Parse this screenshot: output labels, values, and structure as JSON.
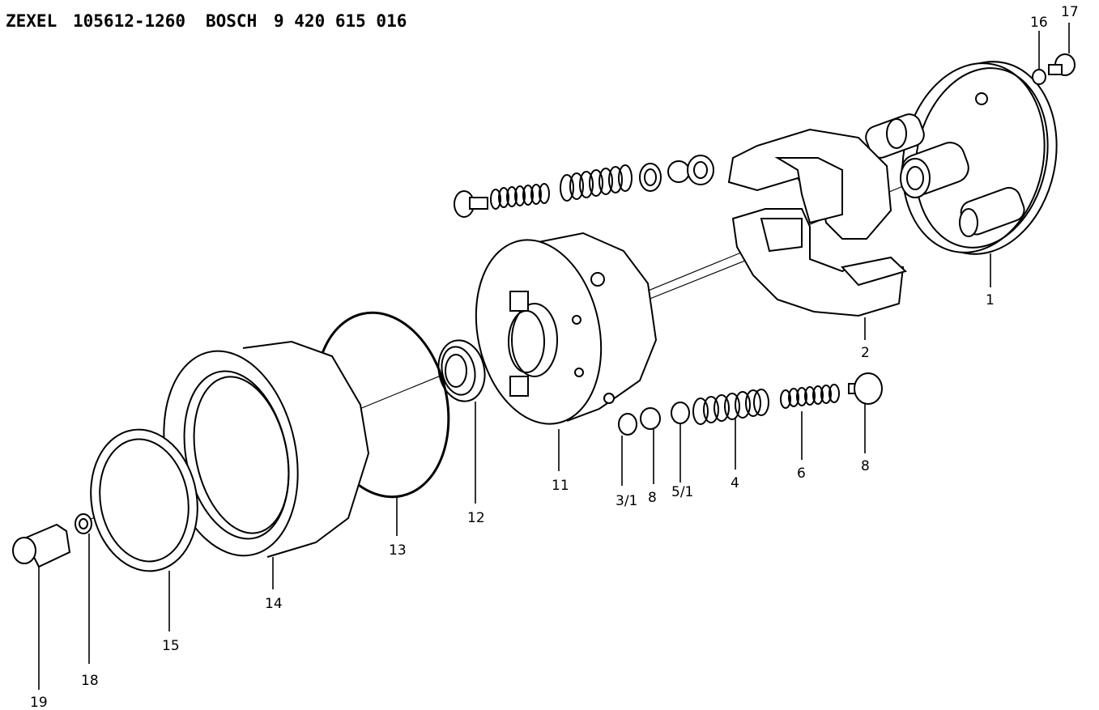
{
  "header": {
    "brand1": "ZEXEL",
    "part1": "105612-1260",
    "brand2": "BOSCH",
    "part2": "9 420 615 016"
  },
  "callouts": {
    "c1": "1",
    "c2": "2",
    "c3_1": "3/1",
    "c4": "4",
    "c5_1": "5/1",
    "c6": "6",
    "c8a": "8",
    "c8b": "8",
    "c11": "11",
    "c12": "12",
    "c13": "13",
    "c14": "14",
    "c15": "15",
    "c16": "16",
    "c17": "17",
    "c18": "18",
    "c19": "19"
  }
}
